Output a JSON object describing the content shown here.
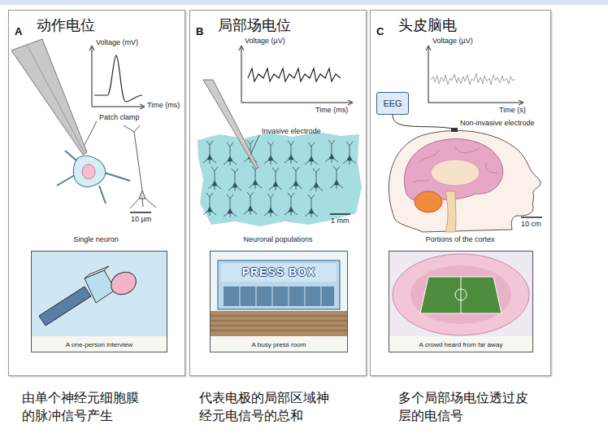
{
  "diagram": {
    "nodes": [
      {
        "text": [
          "A",
          "动作电位"
        ]
      },
      {
        "text": [
          "A one-person interview"
        ],
        "in": 0
      },
      {
        "text": [
          "B",
          "局部场电位"
        ]
      },
      {
        "text": [
          "A busy press room"
        ],
        "in": 2
      },
      {
        "text": [
          "C",
          "头皮脑电"
        ]
      },
      {
        "text": [
          "EEG"
        ],
        "in": 4
      },
      {
        "text": [
          "A crowd heard from far away"
        ],
        "in": 4
      }
    ],
    "labels": [
      "Voltage (mV)",
      "Time (ms)",
      "Patch clamp",
      "10 µm",
      "Single neuron",
      "Voltage (µV)",
      "Time (ms)",
      "Invasive electrode",
      "1 mm",
      "Neuronal populations",
      "PRESS BOX",
      "Voltage (µV)",
      "Time (s)",
      "Non-invasive electrode",
      "10 cm",
      "Portions of the cortex",
      "由单个神经元细胞膜的脉冲信号产生",
      "代表电极的局部区域神经元电信号的总和",
      "多个局部场电位透过皮层的电信号"
    ]
  }
}
